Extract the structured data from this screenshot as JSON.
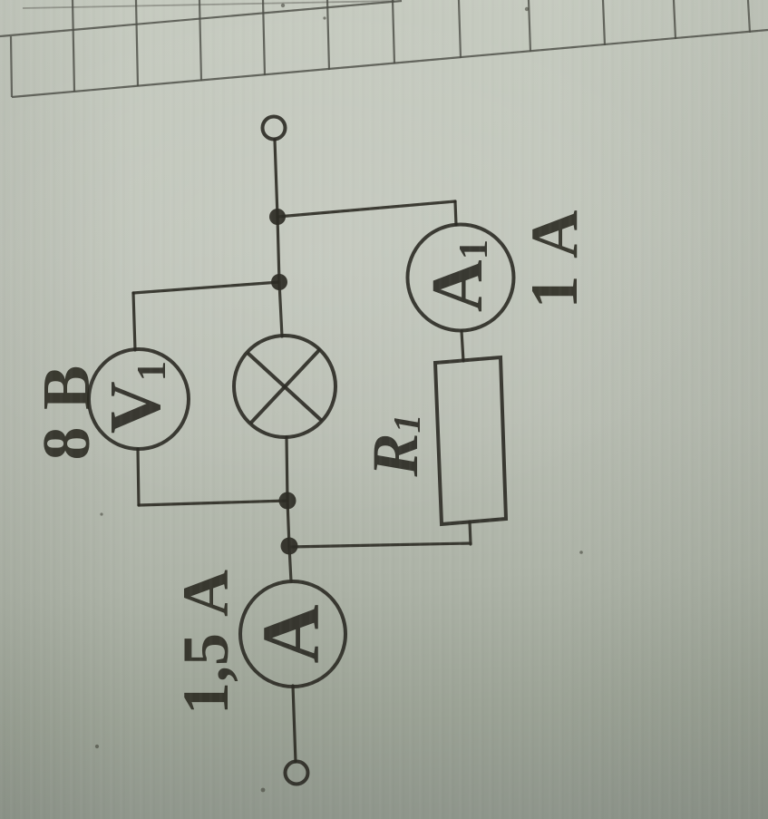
{
  "photo": {
    "colors": {
      "paper_top": "#c6cbc0",
      "paper_bottom": "#8d948a",
      "ink": "#2c2b24",
      "grid_line": "#4c4d45"
    }
  },
  "circuit": {
    "voltmeter": {
      "symbol": "V",
      "subscript": "1",
      "reading": "8 В"
    },
    "branch_ammeter": {
      "symbol": "A",
      "subscript": "1",
      "reading": "1 А"
    },
    "main_ammeter": {
      "symbol": "A",
      "reading": "1,5 А"
    },
    "resistor": {
      "symbol": "R",
      "subscript": "1"
    }
  }
}
